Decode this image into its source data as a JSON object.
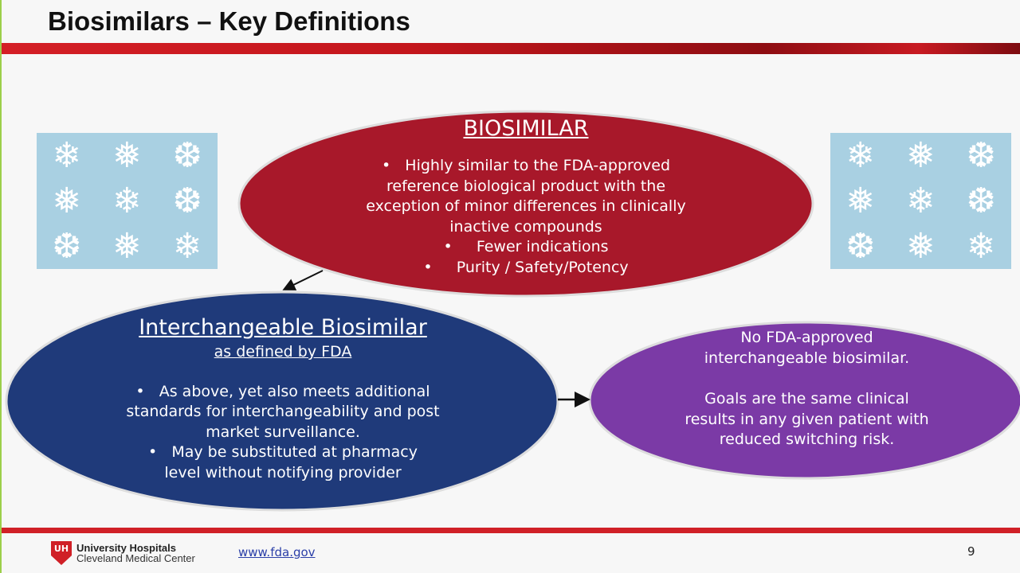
{
  "title": "Biosimilars – Key Definitions",
  "icons": {
    "snowflake": "snowflake-icon"
  },
  "colors": {
    "biosimilar": "#a8182a",
    "interchangeable": "#1f3a7a",
    "note": "#7b3aa6",
    "accent_bar": "#d02027"
  },
  "biosimilar": {
    "heading": "BIOSIMILAR",
    "bullets": [
      "Highly similar to the FDA-approved reference biological product with the exception of minor differences in clinically inactive compounds",
      "Fewer indications",
      "Purity / Safety/Potency"
    ]
  },
  "interchangeable": {
    "heading": "Interchangeable Biosimilar",
    "subheading": "as defined by FDA",
    "bullets": [
      "As above, yet also meets additional standards for interchangeability and post market surveillance.",
      "May be substituted at pharmacy level without notifying provider"
    ]
  },
  "note": {
    "line1": "No FDA-approved interchangeable biosimilar.",
    "line2": "Goals are the same clinical results in any given patient with reduced switching risk."
  },
  "footer": {
    "logo_mark": "UH",
    "logo_line1": "University Hospitals",
    "logo_line2": "Cleveland Medical Center",
    "link": "www.fda.gov",
    "page_number": "9"
  }
}
